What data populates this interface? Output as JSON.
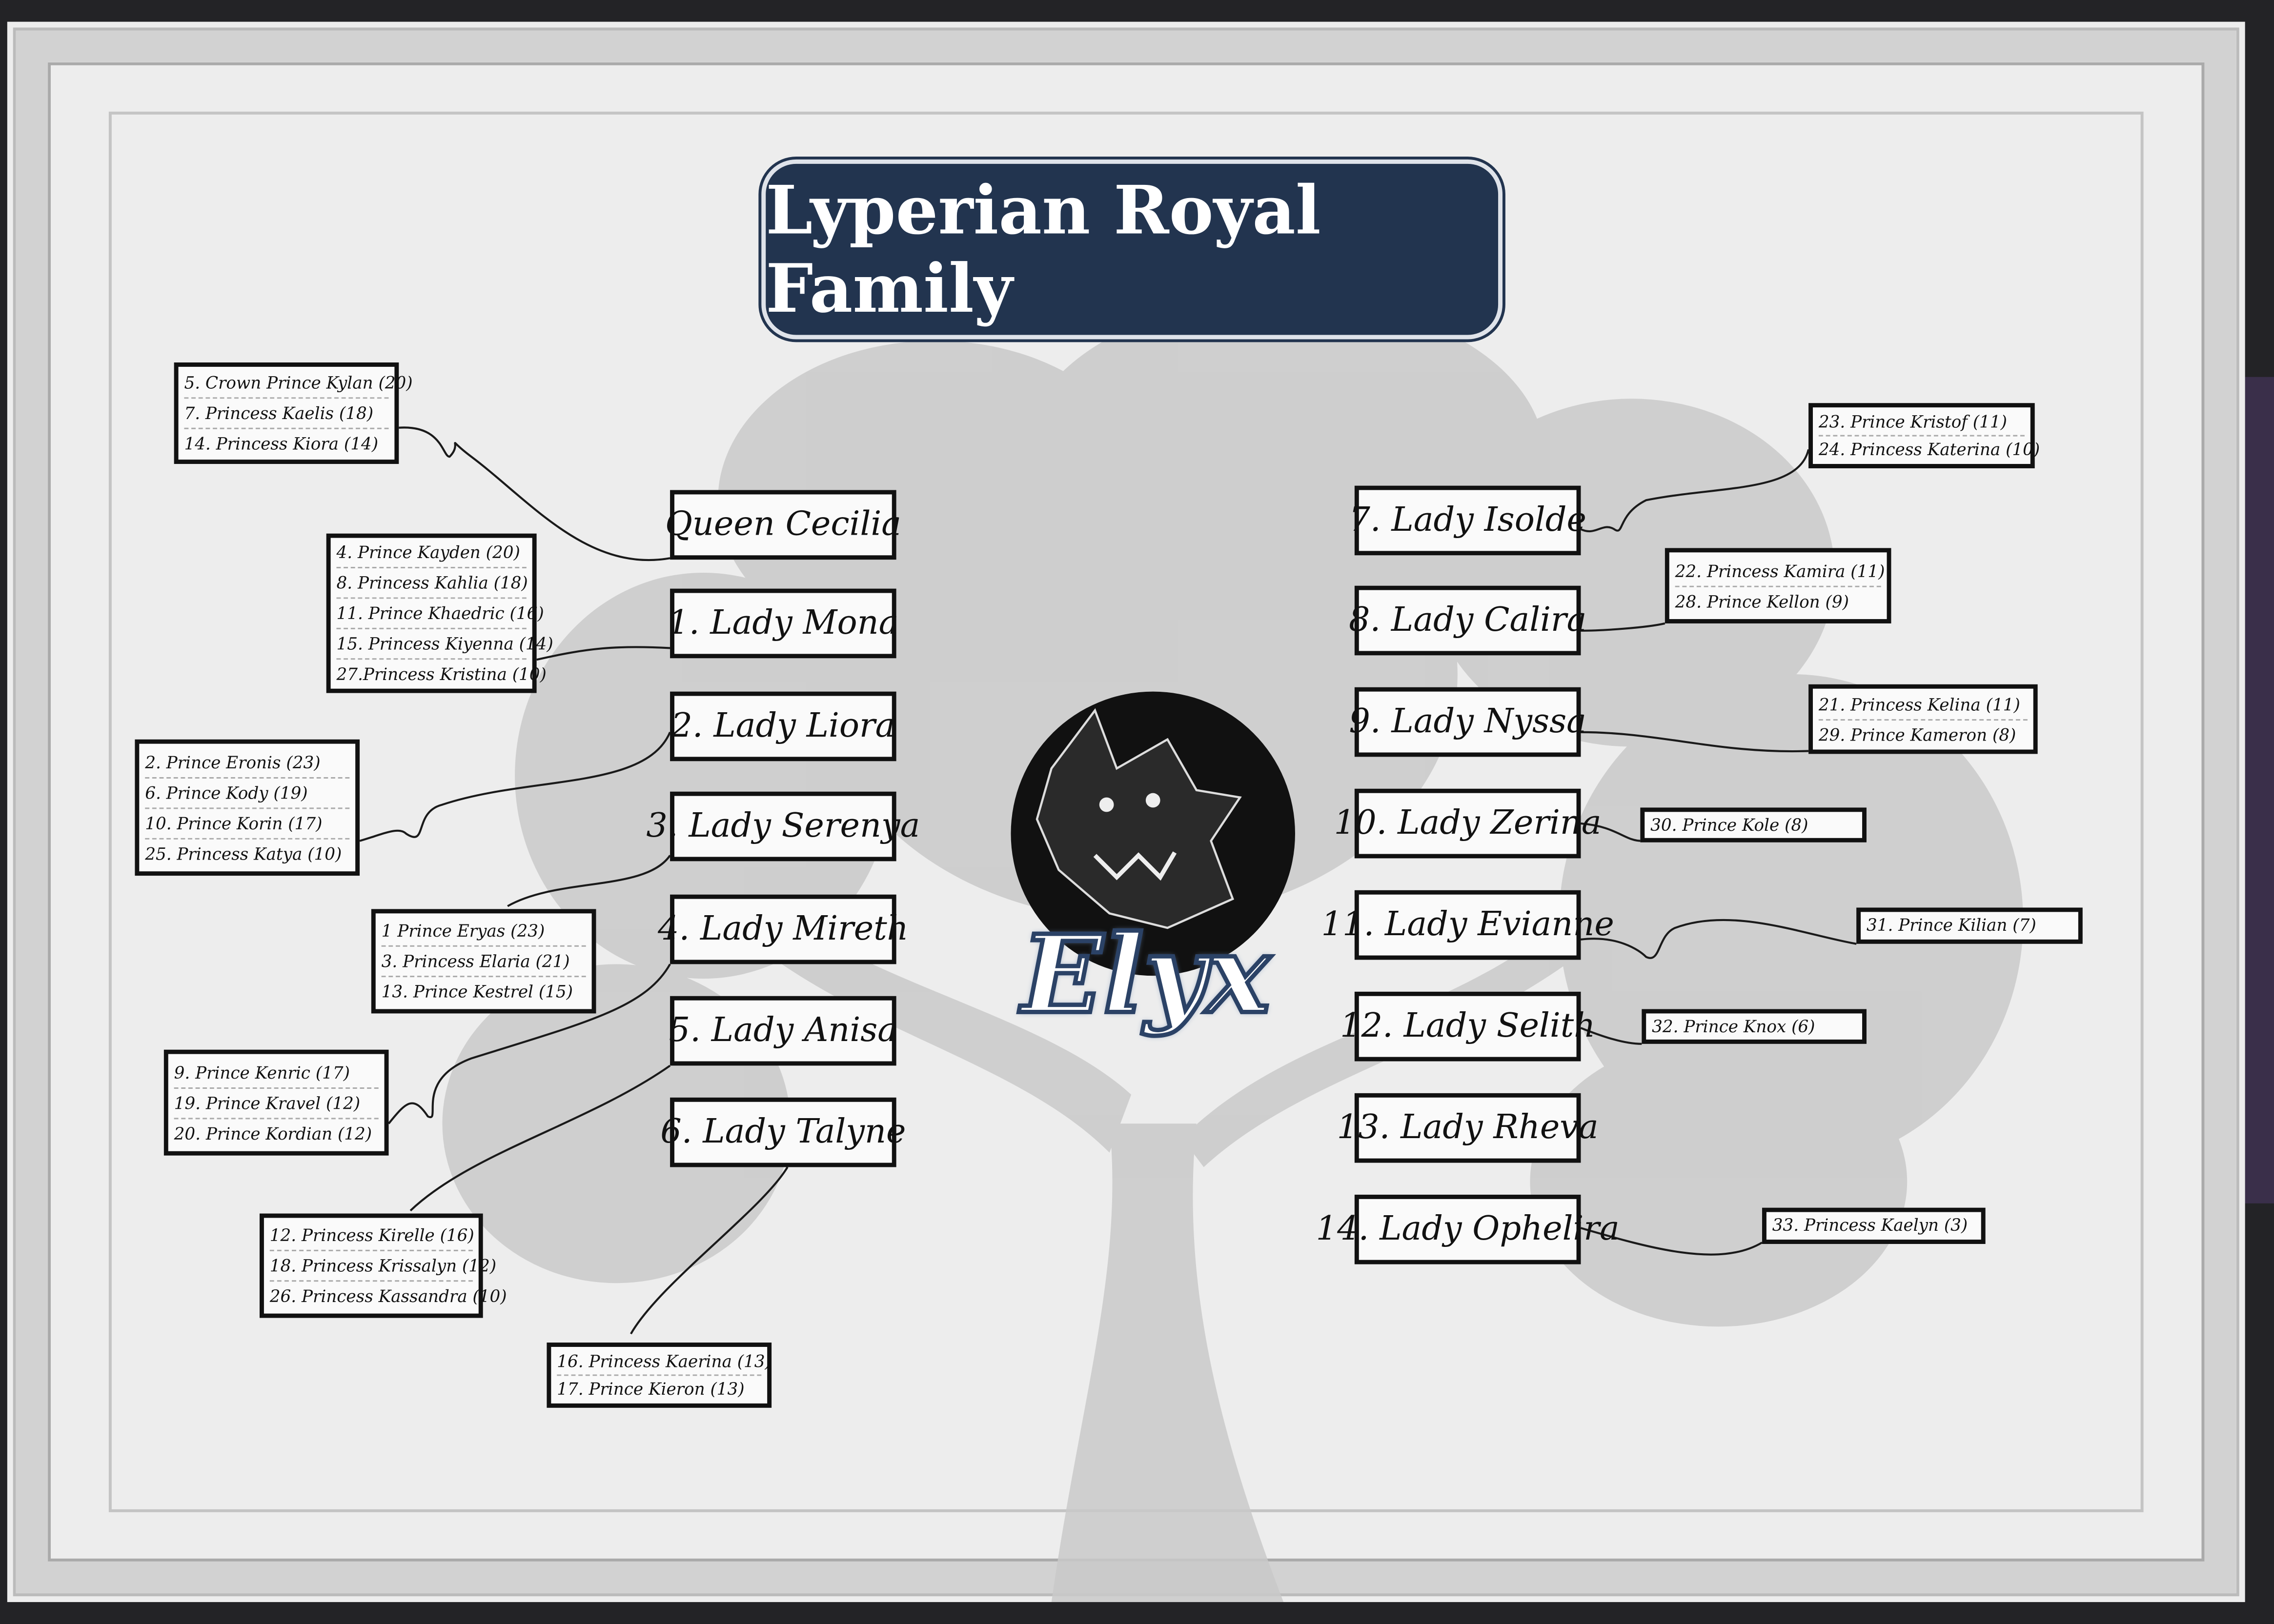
{
  "title": "Lyperian Royal Family",
  "emblem_text": "Elyx",
  "left_mothers": [
    {
      "label": "Queen Cecilia",
      "children": [
        "5. Crown Prince Kylan (20)",
        "7. Princess Kaelis (18)",
        "14. Princess Kiora (14)"
      ]
    },
    {
      "label": "1. Lady Mona",
      "children": [
        "4. Prince Kayden (20)",
        "8. Princess Kahlia (18)",
        "11. Prince Khaedric (16)",
        "15. Princess Kiyenna (14)",
        "27.Princess Kristina (10)"
      ]
    },
    {
      "label": "2. Lady Liora",
      "children": [
        "2. Prince Eronis (23)",
        "6. Prince Kody (19)",
        "10. Prince Korin (17)",
        "25. Princess Katya (10)"
      ]
    },
    {
      "label": "3. Lady Serenya",
      "children": [
        "1 Prince Eryas (23)",
        "3. Princess Elaria (21)",
        "13. Prince Kestrel (15)"
      ]
    },
    {
      "label": "4. Lady Mireth",
      "children": [
        "9. Prince Kenric (17)",
        "19. Prince Kravel (12)",
        "20. Prince Kordian (12)"
      ]
    },
    {
      "label": "5. Lady Anisa",
      "children": [
        "12. Princess Kirelle (16)",
        "18. Princess Krissalyn (12)",
        "26. Princess Kassandra (10)"
      ]
    },
    {
      "label": "6. Lady Talyne",
      "children": [
        "16. Princess Kaerina (13)",
        "17. Prince Kieron (13)"
      ]
    }
  ],
  "right_mothers": [
    {
      "label": "7. Lady Isolde",
      "children": [
        "23. Prince Kristof (11)",
        "24. Princess Katerina (10)"
      ]
    },
    {
      "label": "8. Lady Calira",
      "children": [
        "22. Princess Kamira (11)",
        "28. Prince Kellon (9)"
      ]
    },
    {
      "label": "9. Lady Nyssa",
      "children": [
        "21. Princess Kelina (11)",
        "29. Prince Kameron (8)"
      ]
    },
    {
      "label": "10. Lady Zerina",
      "children": [
        "30. Prince Kole (8)"
      ]
    },
    {
      "label": "11. Lady Evianne",
      "children": [
        "31. Prince Kilian (7)"
      ]
    },
    {
      "label": "12. Lady Selith",
      "children": [
        "32. Prince Knox (6)"
      ]
    },
    {
      "label": "13. Lady Rheva",
      "children": []
    },
    {
      "label": "14. Lady Ophelira",
      "children": [
        "33. Princess Kaelyn (3)"
      ]
    }
  ]
}
